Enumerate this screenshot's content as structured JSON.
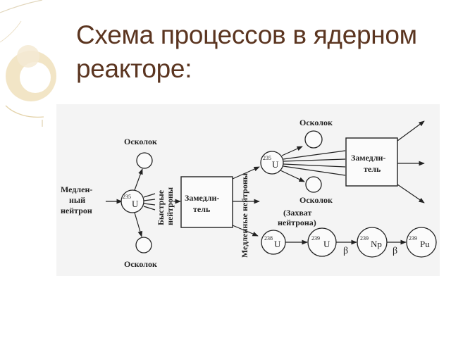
{
  "title": {
    "line1": "Схема процессов в ядерном",
    "line2": "реакторе:"
  },
  "diagram": {
    "fragment_label": "Осколок",
    "slow_neutron_line1": "Медлен-",
    "slow_neutron_line2": "ный",
    "slow_neutron_line3": "нейтрон",
    "fast_neutrons_line1": "Быстрые",
    "fast_neutrons_line2": "нейтроны",
    "moderator_line1": "Замедли-",
    "moderator_line2": "тель",
    "slow_neutrons_vertical": "Медленные нейтроны",
    "capture_line1": "(Захват",
    "capture_line2": "нейтрона)",
    "beta": "β",
    "u235_mass": "235",
    "u235_symbol": "U",
    "u238_mass": "238",
    "u238_symbol": "U",
    "u239_mass": "239",
    "u239_symbol": "U",
    "np239_mass": "239",
    "np239_symbol": "Np",
    "pu239_mass": "239",
    "pu239_symbol": "Pu"
  },
  "colors": {
    "title": "#5b3520",
    "decor": "#e6d3a6"
  }
}
